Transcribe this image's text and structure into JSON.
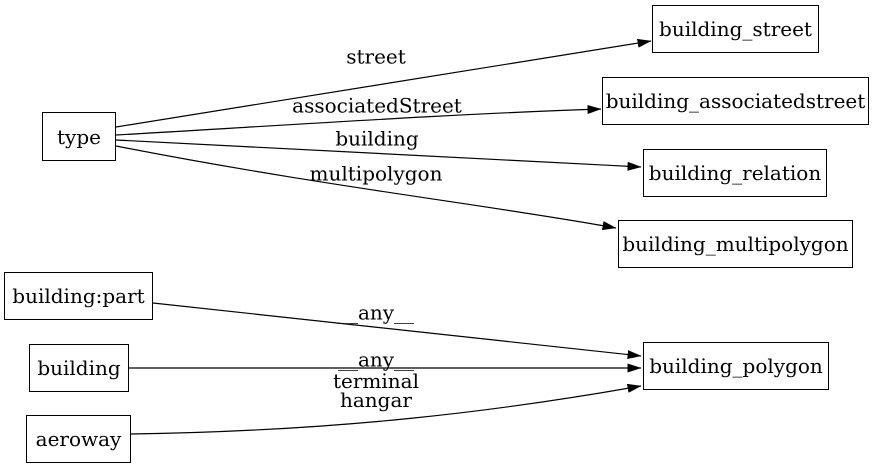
{
  "diagram": {
    "background_color": "#ffffff",
    "stroke_color": "#000000",
    "text_color": "#000000",
    "nodes": {
      "type": {
        "label": "type"
      },
      "building_street": {
        "label": "building_street"
      },
      "building_associatedstreet": {
        "label": "building_associatedstreet"
      },
      "building_relation": {
        "label": "building_relation"
      },
      "building_multipolygon": {
        "label": "building_multipolygon"
      },
      "building_part": {
        "label": "building:part"
      },
      "building": {
        "label": "building"
      },
      "aeroway": {
        "label": "aeroway"
      },
      "building_polygon": {
        "label": "building_polygon"
      }
    },
    "edges": [
      {
        "from": "type",
        "to": "building_street",
        "label": "street"
      },
      {
        "from": "type",
        "to": "building_associatedstreet",
        "label": "associatedStreet"
      },
      {
        "from": "type",
        "to": "building_relation",
        "label": "building"
      },
      {
        "from": "type",
        "to": "building_multipolygon",
        "label": "multipolygon"
      },
      {
        "from": "building:part",
        "to": "building_polygon",
        "label": "__any__"
      },
      {
        "from": "building",
        "to": "building_polygon",
        "label": "__any__"
      },
      {
        "from": "aeroway",
        "to": "building_polygon",
        "label": "terminal\nhangar"
      }
    ]
  }
}
